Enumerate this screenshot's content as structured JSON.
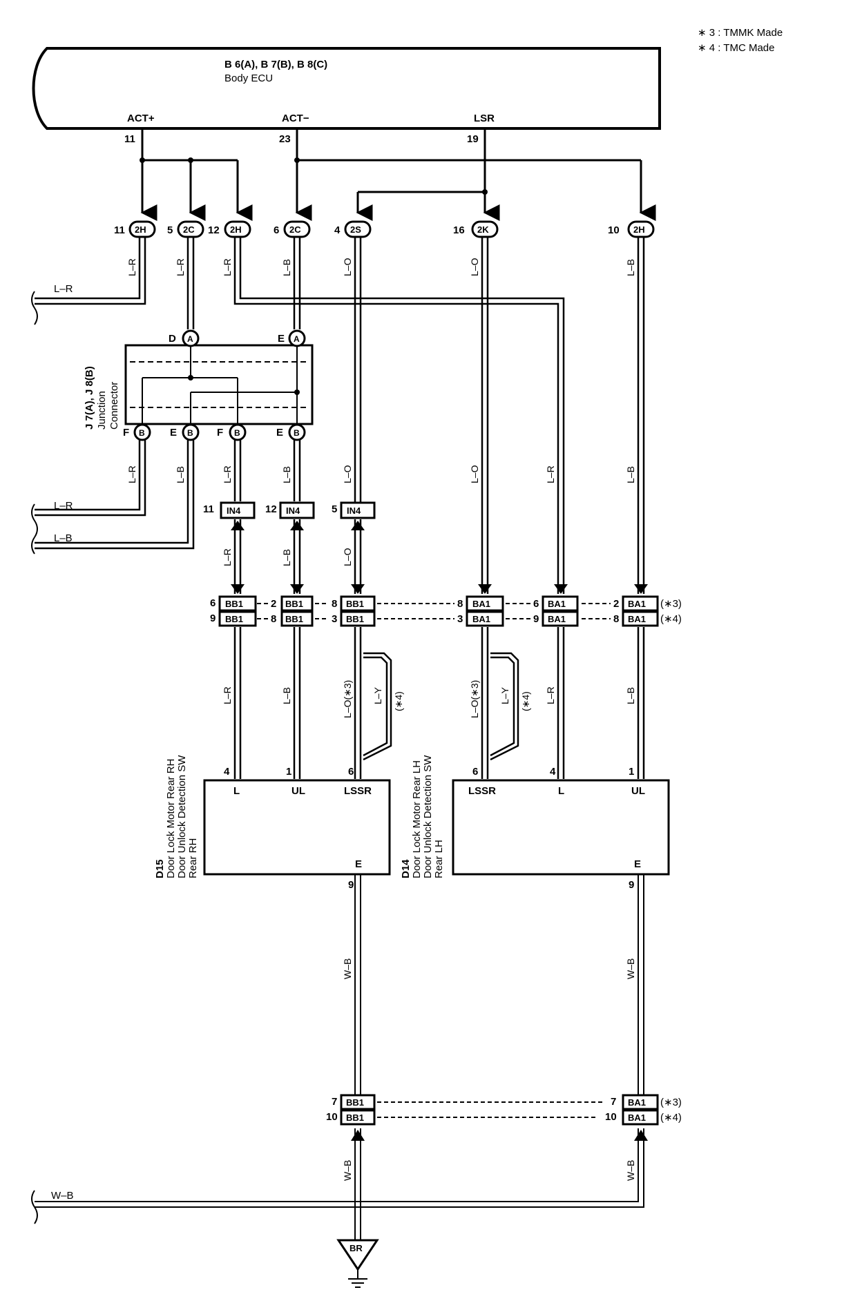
{
  "notes": [
    "∗ 3 : TMMK Made",
    "∗ 4 : TMC Made"
  ],
  "ecu": {
    "title": "B 6(A), B 7(B), B 8(C)",
    "name": "Body ECU",
    "pins": [
      {
        "label": "ACT+",
        "num": "11"
      },
      {
        "label": "ACT−",
        "num": "23"
      },
      {
        "label": "LSR",
        "num": "19"
      }
    ]
  },
  "connectors_top": [
    {
      "num": "11",
      "code": "2H"
    },
    {
      "num": "5",
      "code": "2C"
    },
    {
      "num": "12",
      "code": "2H"
    },
    {
      "num": "6",
      "code": "2C"
    },
    {
      "num": "4",
      "code": "2S"
    },
    {
      "num": "16",
      "code": "2K"
    },
    {
      "num": "10",
      "code": "2H"
    }
  ],
  "wires_upper": [
    "L–R",
    "L–R",
    "L–R",
    "L–B",
    "L–O",
    "L–O",
    "L–B"
  ],
  "left_feeds": [
    "L–R",
    "L–R",
    "L–B",
    "W–B"
  ],
  "junction": {
    "title": "J 7(A), J 8(B)",
    "name1": "Junction",
    "name2": "Connector",
    "top_pins": [
      {
        "pin": "D",
        "code": "A"
      },
      {
        "pin": "E",
        "code": "A"
      }
    ],
    "bottom_pins": [
      {
        "pin": "F",
        "code": "B"
      },
      {
        "pin": "E",
        "code": "B"
      },
      {
        "pin": "F",
        "code": "B"
      },
      {
        "pin": "E",
        "code": "B"
      }
    ]
  },
  "wires_mid": [
    "L–R",
    "L–B",
    "L–R",
    "L–B",
    "L–O",
    "L–O",
    "L–R",
    "L–B"
  ],
  "in4": [
    {
      "num": "11",
      "code": "IN4"
    },
    {
      "num": "12",
      "code": "IN4"
    },
    {
      "num": "5",
      "code": "IN4"
    }
  ],
  "wires_in4": [
    "L–R",
    "L–B",
    "L–O"
  ],
  "bb_row1": [
    {
      "num": "6",
      "code": "BB1",
      "num2": "2"
    },
    {
      "num": "",
      "code": "BB1",
      "num2": "8"
    },
    {
      "num": "",
      "code": "BB1",
      "num2": ""
    }
  ],
  "bb_row2": [
    {
      "num": "9",
      "code": "BB1",
      "num2": "8"
    },
    {
      "num": "",
      "code": "BB1",
      "num2": "3"
    },
    {
      "num": "",
      "code": "BB1",
      "num2": ""
    }
  ],
  "ba_row1": [
    {
      "num": "8",
      "code": "BA1"
    },
    {
      "num": "6",
      "code": "BA1"
    },
    {
      "num": "2",
      "code": "BA1"
    }
  ],
  "ba_row2": [
    {
      "num": "3",
      "code": "BA1"
    },
    {
      "num": "9",
      "code": "BA1"
    },
    {
      "num": "8",
      "code": "BA1"
    }
  ],
  "variant_marks": [
    "(∗3)",
    "(∗4)"
  ],
  "wires_lower": [
    "L–R",
    "L–B",
    "L–O(∗3)",
    "L–Y",
    "(∗4)",
    "L–O(∗3)",
    "L–Y",
    "(∗4)",
    "L–R",
    "L–B"
  ],
  "d15": {
    "code": "D15",
    "name1": "Door Lock Motor Rear RH",
    "name2": "Door Unlock Detection SW",
    "name3": "Rear RH",
    "pins": [
      {
        "num": "4",
        "label": "L"
      },
      {
        "num": "1",
        "label": "UL"
      },
      {
        "num": "6",
        "label": "LSSR"
      }
    ],
    "ground": {
      "label": "E",
      "num": "9"
    }
  },
  "d14": {
    "code": "D14",
    "name1": "Door Lock Motor Rear LH",
    "name2": "Door Unlock Detection SW",
    "name3": "Rear LH",
    "pins": [
      {
        "num": "6",
        "label": "LSSR"
      },
      {
        "num": "4",
        "label": "L"
      },
      {
        "num": "1",
        "label": "UL"
      }
    ],
    "ground": {
      "label": "E",
      "num": "9"
    }
  },
  "wires_ground": [
    "W–B",
    "W–B",
    "W–B",
    "W–B"
  ],
  "ground_conn": [
    {
      "left_num": "7",
      "left_code": "BB1",
      "right_num": "7",
      "right_code": "BA1",
      "mark": "(∗3)"
    },
    {
      "left_num": "10",
      "left_code": "BB1",
      "right_num": "10",
      "right_code": "BA1",
      "mark": "(∗4)"
    }
  ],
  "ground_point": "BR"
}
